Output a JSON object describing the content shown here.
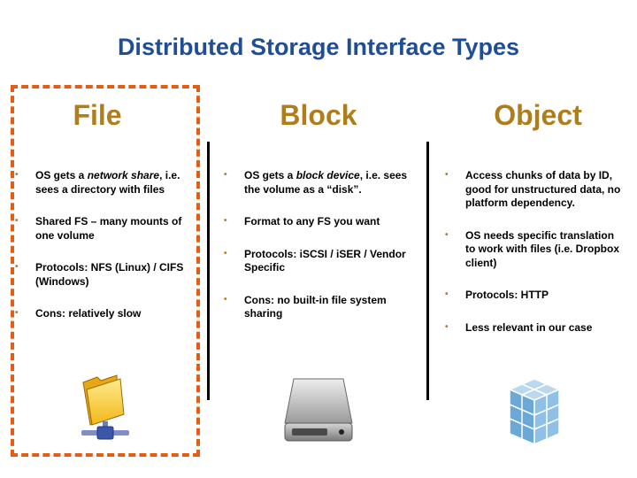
{
  "title": "Distributed Storage Interface Types",
  "columns": [
    {
      "heading": "File",
      "icon": "network-folder-icon",
      "bullets": [
        [
          "OS gets a ",
          "network share",
          ", i.e. sees a directory with files"
        ],
        [
          "Shared FS – many mounts of one volume",
          "",
          ""
        ],
        [
          "Protocols: NFS (Linux) / CIFS (Windows)",
          "",
          ""
        ],
        [
          "Cons: relatively slow",
          "",
          ""
        ]
      ]
    },
    {
      "heading": "Block",
      "icon": "hard-drive-icon",
      "bullets": [
        [
          "OS gets a ",
          "block device",
          ", i.e. sees the volume as a “disk”."
        ],
        [
          "Format to any FS you want",
          "",
          ""
        ],
        [
          "Protocols: iSCSI / iSER / Vendor Specific",
          "",
          ""
        ],
        [
          "Cons: no built-in file system sharing",
          "",
          ""
        ]
      ]
    },
    {
      "heading": "Object",
      "icon": "object-storage-cubes-icon",
      "bullets": [
        [
          "Access chunks of data by ID, good for unstructured data, no platform dependency.",
          "",
          ""
        ],
        [
          "OS needs specific translation to work with files (i.e. Dropbox client)",
          "",
          ""
        ],
        [
          "Protocols: HTTP",
          "",
          ""
        ],
        [
          "Less relevant in our case",
          "",
          ""
        ]
      ]
    }
  ],
  "colors": {
    "title": "#1f4e96",
    "heading": "#b07d1c",
    "highlight_border": "#e35d17"
  }
}
